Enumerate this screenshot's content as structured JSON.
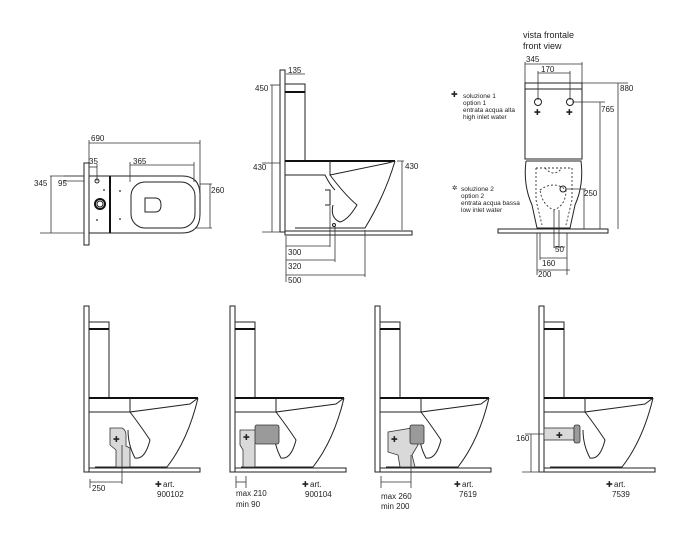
{
  "top_view": {
    "dims": {
      "overall_length": "690",
      "inlet_offset": "35",
      "seat_length": "365",
      "width": "345",
      "inlet_height": "95",
      "seat_width": "260"
    }
  },
  "side_view": {
    "dims": {
      "cistern_depth": "135",
      "cistern_height": "450",
      "bowl_height_left": "430",
      "bowl_height_right": "430",
      "outlet_300": "300",
      "outlet_320": "320",
      "overall_500": "500"
    }
  },
  "front_view": {
    "title_it": "vista frontale",
    "title_en": "front view",
    "dims": {
      "width": "345",
      "inlet_spacing": "170",
      "total_height": "880",
      "high_inlet_height": "765",
      "low_inlet_height": "250",
      "outlet_50": "50",
      "outlet_160": "160",
      "outlet_200": "200"
    },
    "legend": [
      {
        "symbol": "✚",
        "lines": [
          "soluzione 1",
          "option 1",
          "entrata acqua alta",
          "high inlet water"
        ]
      },
      {
        "symbol": "✲",
        "lines": [
          "soluzione 2",
          "option 2",
          "entrata acqua bassa",
          "low inlet water"
        ]
      }
    ]
  },
  "variants": [
    {
      "dim_line1": "250",
      "dim_line2": "",
      "art_label": "art.",
      "art_code": "900102"
    },
    {
      "dim_line1": "max 210",
      "dim_line2": "min  90",
      "art_label": "art.",
      "art_code": "900104"
    },
    {
      "dim_line1": "max 260",
      "dim_line2": "min  200",
      "art_label": "art.",
      "art_code": "7619"
    },
    {
      "dim_line1": "160",
      "dim_line2": "",
      "art_label": "art.",
      "art_code": "7539"
    }
  ],
  "symbols": {
    "plus": "✚"
  }
}
